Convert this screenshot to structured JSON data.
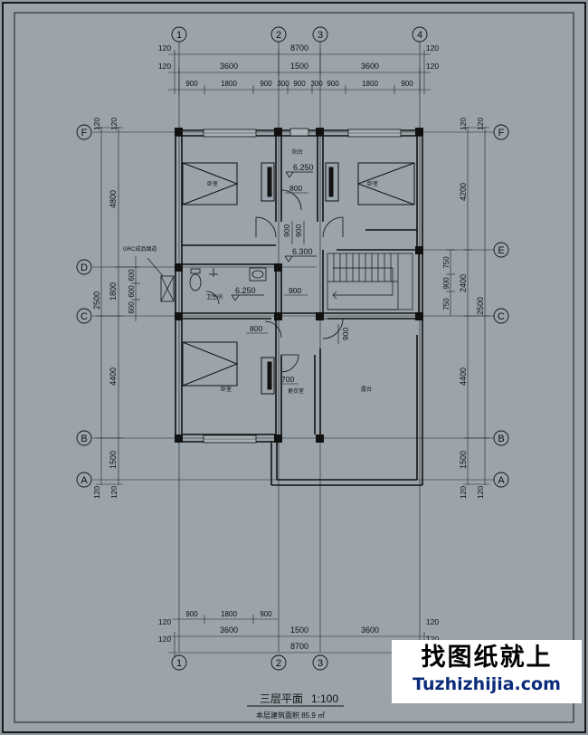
{
  "drawing": {
    "title": "三层平面",
    "scale": "1:100",
    "area_note": "本层建筑面积 85.9 ㎡"
  },
  "watermark": {
    "chinese": "找图纸就上",
    "url": "Tuzhizhijia.com"
  },
  "grid_axes": {
    "vertical": [
      "1",
      "2",
      "3",
      "4"
    ],
    "horizontal": [
      "F",
      "E",
      "D",
      "C",
      "B",
      "A"
    ]
  },
  "dimensions": {
    "top_overall": "8700",
    "top_bays": [
      "3600",
      "1500",
      "3600"
    ],
    "top_details": [
      "900",
      "1800",
      "900",
      "300",
      "900",
      "300",
      "900",
      "1800",
      "900"
    ],
    "edge_offset": "120",
    "bottom_overall": "8700",
    "bottom_bays": [
      "3600",
      "1500",
      "3600"
    ],
    "bottom_details": [
      "900",
      "1800",
      "900"
    ],
    "left_outer": [
      "4800",
      "2500",
      "4400",
      "1500"
    ],
    "left_inner": [
      "1800",
      "600",
      "600",
      "600"
    ],
    "right_outer": [
      "4200",
      "2500",
      "4400",
      "1500"
    ],
    "right_inner": [
      "750",
      "900",
      "750",
      "2400"
    ]
  },
  "rooms": {
    "bed_nw": "卧室",
    "bed_ne": "卧室",
    "corridor": "阳台",
    "bath": "卫生间",
    "bed_sw": "卧室",
    "wardrobe": "更衣室",
    "terrace": "露台",
    "pipe_shaft": "GRC成品烟道"
  },
  "levels": {
    "corridor": "6.250",
    "stair": "6.300",
    "bath": "6.250"
  },
  "door_dims": {
    "d1": "800",
    "d2": "900",
    "d3": "900",
    "d4": "900",
    "d5": "800",
    "d6": "900",
    "d7": "700"
  }
}
